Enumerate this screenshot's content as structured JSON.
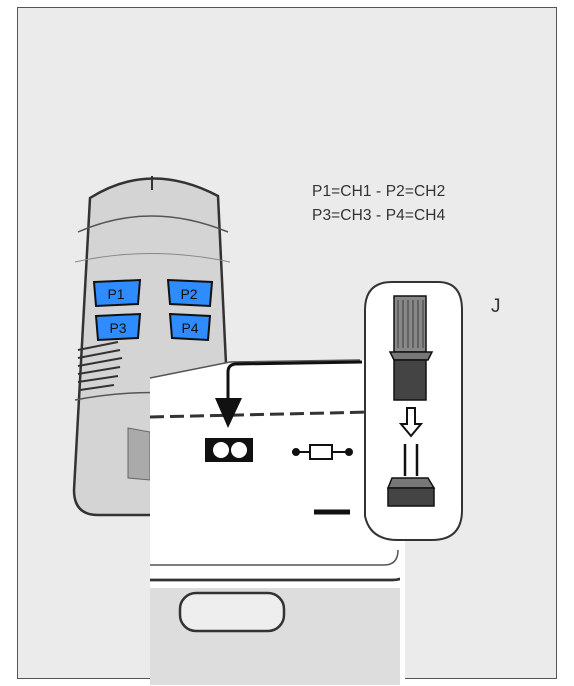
{
  "legend": {
    "line1": "P1=CH1 - P2=CH2",
    "line2": "P3=CH3 - P4=CH4"
  },
  "jumper_label": "J",
  "buttons": {
    "p1": "P1",
    "p2": "P2",
    "p3": "P3",
    "p4": "P4"
  },
  "colors": {
    "button_blue": "#2e8cff",
    "remote_body": "#d4d4d4",
    "panel_background": "#ebebeb"
  }
}
